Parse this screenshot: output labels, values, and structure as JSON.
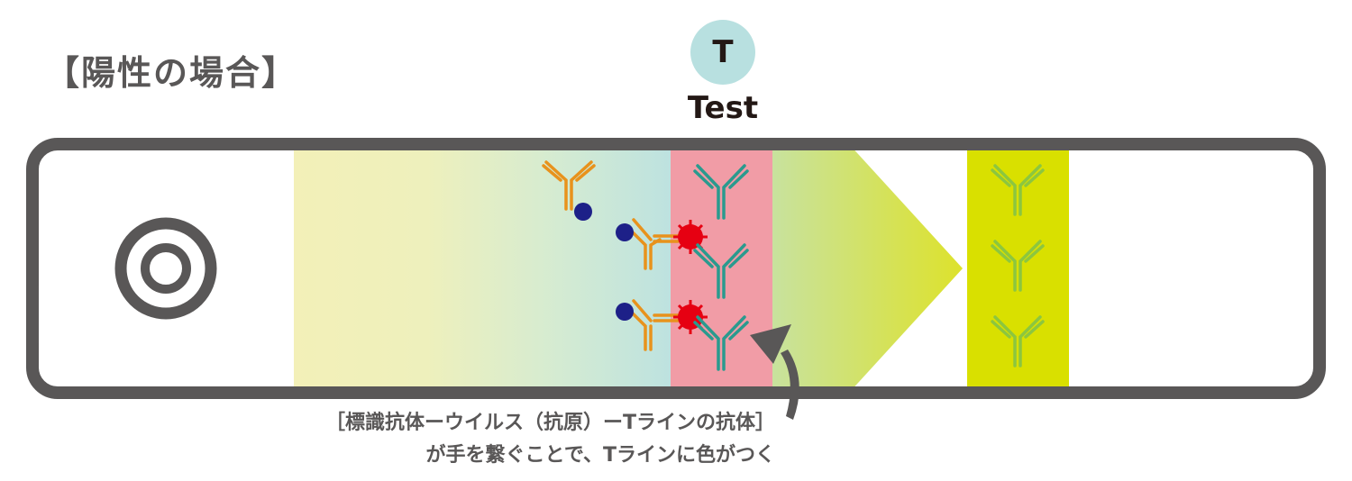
{
  "title": "【陽性の場合】",
  "test_line": {
    "badge": "T",
    "label": "Test",
    "badge_color": "#b8e0e0",
    "band_color": "#f19ca6"
  },
  "control_line_color": "#d9e000",
  "caption": {
    "line1": "［標識抗体ーウイルス（抗原）ーTラインの抗体］",
    "line2": "が手を繋ぐことで、Tラインに色がつく"
  },
  "colors": {
    "strip_border": "#595757",
    "labeled_antibody": "#e8921c",
    "gold_particle": "#1d2088",
    "virus": "#e60012",
    "t_antibody": "#2a9a8e",
    "c_antibody": "#8cc63f"
  },
  "icons": [
    "sample-port-icon",
    "labeled-antibody-icon",
    "virus-icon",
    "capture-antibody-icon",
    "flow-arrow",
    "pointer-arrow-icon"
  ]
}
